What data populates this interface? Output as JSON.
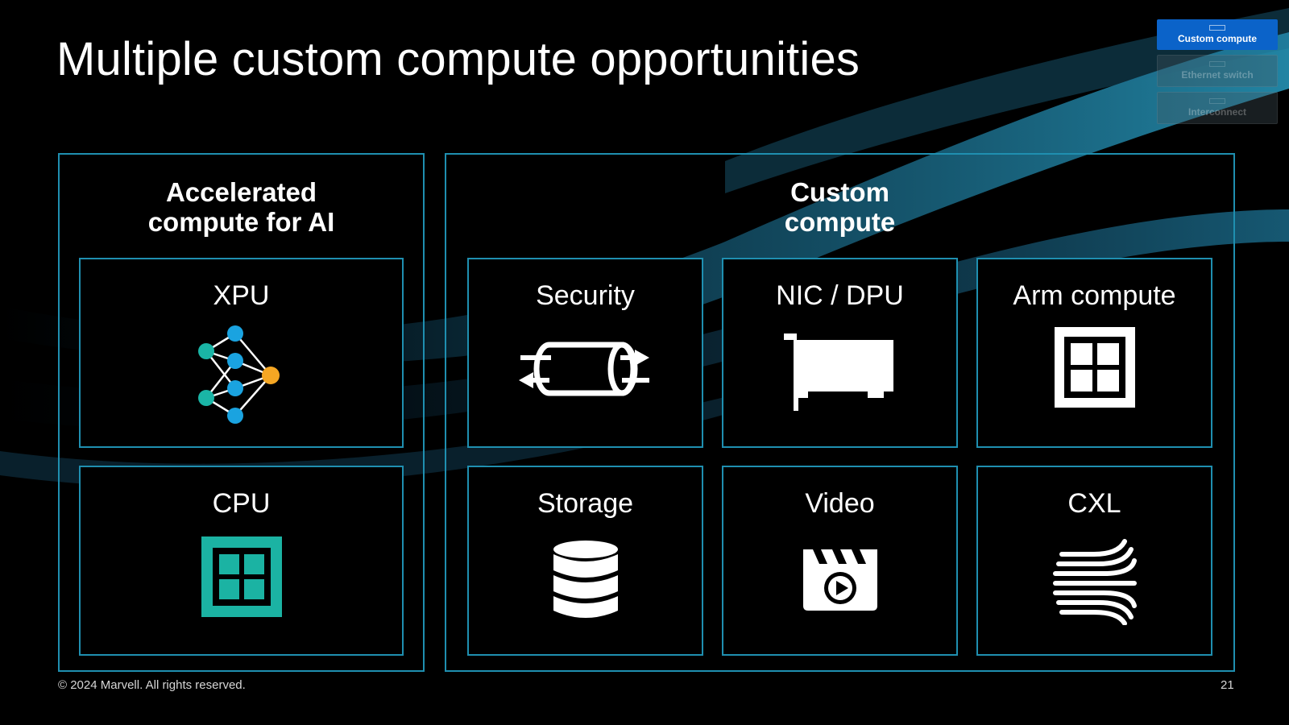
{
  "slide": {
    "title": "Multiple custom compute opportunities",
    "copyright": "© 2024 Marvell. All rights reserved.",
    "page_number": "21"
  },
  "nav": {
    "tabs": [
      {
        "label": "Custom compute",
        "active": true
      },
      {
        "label": "Ethernet switch",
        "active": false
      },
      {
        "label": "Interconnect",
        "active": false
      }
    ]
  },
  "left_panel": {
    "title_line1": "Accelerated",
    "title_line2": "compute for AI",
    "tiles": [
      {
        "label": "XPU",
        "icon": "neural-network-icon"
      },
      {
        "label": "CPU",
        "icon": "cpu-chip-icon"
      }
    ]
  },
  "right_panel": {
    "title_line1": "Custom",
    "title_line2": "compute",
    "tiles": [
      {
        "label": "Security",
        "icon": "secure-tunnel-icon"
      },
      {
        "label": "NIC / DPU",
        "icon": "network-card-icon"
      },
      {
        "label": "Arm compute",
        "icon": "arm-chip-icon"
      },
      {
        "label": "Storage",
        "icon": "database-icon"
      },
      {
        "label": "Video",
        "icon": "video-clapper-icon"
      },
      {
        "label": "CXL",
        "icon": "cxl-lines-icon"
      }
    ]
  },
  "colors": {
    "background": "#000000",
    "border_accent": "#1f8fb0",
    "nav_active": "#0b63c9",
    "xpu_teal": "#1ab5a6",
    "xpu_blue": "#1aa3e0",
    "xpu_orange": "#f5a623",
    "cpu_teal": "#1bb3a3"
  }
}
